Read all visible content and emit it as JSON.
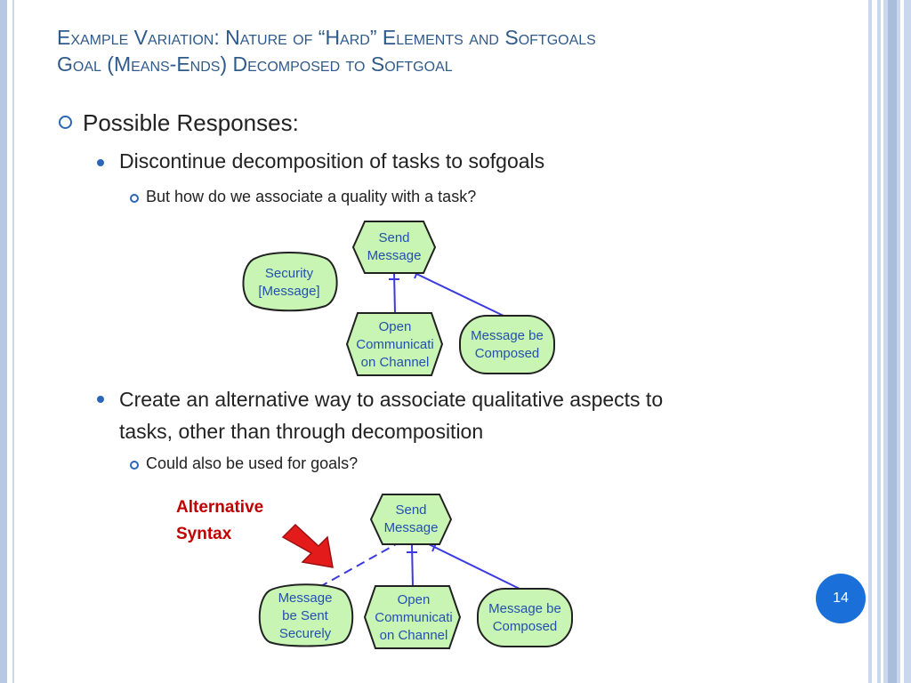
{
  "title": {
    "line1": "Example Variation: Nature of “Hard” Elements and Softgoals",
    "line2": "Goal (Means-Ends) Decomposed to Softgoal"
  },
  "content": {
    "level1": "Possible Responses:",
    "item1": "Discontinue decomposition of tasks to sofgoals",
    "item1_sub": "But how do we associate a quality with a task?",
    "item2_line1": "Create an alternative way to associate qualitative aspects to",
    "item2_line2": "tasks, other than through decomposition",
    "item2_sub": "Could also be used for goals?"
  },
  "diagram1": {
    "goal": [
      "Send",
      "Message"
    ],
    "softgoal": [
      "Security",
      "[Message]"
    ],
    "task": [
      "Open",
      "Communicati",
      "on Channel"
    ],
    "goal2": [
      "Message be",
      "Composed"
    ]
  },
  "annotation": {
    "line1": "Alternative",
    "line2": "Syntax"
  },
  "diagram2": {
    "goal": [
      "Send",
      "Message"
    ],
    "softgoal": [
      "Message",
      "be Sent",
      "Securely"
    ],
    "task": [
      "Open",
      "Communicati",
      "on Channel"
    ],
    "goal2": [
      "Message be",
      "Composed"
    ]
  },
  "page_number": "14",
  "colors": {
    "title": "#2f5a8a",
    "bullet": "#2a66b8",
    "node_fill": "#c8f5b4",
    "node_text": "#2350b0",
    "link": "#3a3ae0",
    "annotation": "#c00000",
    "arrow": "#e31b1b",
    "page_badge": "#1a6fd8"
  }
}
